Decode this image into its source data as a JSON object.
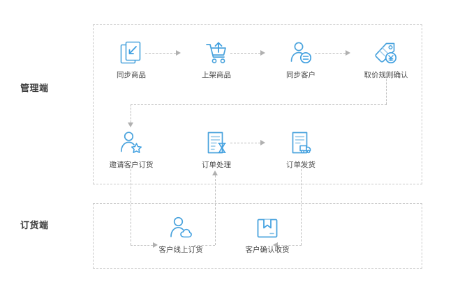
{
  "diagram": {
    "title_text_color": "#3b3b3b",
    "icon_color": "#3f9fe0",
    "connector_color": "#bdbdbd",
    "zone_border_color": "#c9c9c9",
    "sections": [
      {
        "id": "admin",
        "label": "管理端"
      },
      {
        "id": "order",
        "label": "订货端"
      }
    ],
    "nodes": {
      "sync_product": {
        "label": "同步商品",
        "icon": "documents-download-icon"
      },
      "list_product": {
        "label": "上架商品",
        "icon": "shopping-cart-upload-icon"
      },
      "sync_customer": {
        "label": "同步客户",
        "icon": "user-sync-icon"
      },
      "price_rule": {
        "label": "取价规则确认",
        "icon": "price-tag-yen-icon"
      },
      "invite_order": {
        "label": "邀请客户订货",
        "icon": "user-star-icon"
      },
      "order_process": {
        "label": "订单处理",
        "icon": "document-hourglass-icon"
      },
      "order_ship": {
        "label": "订单发货",
        "icon": "document-truck-icon"
      },
      "online_order": {
        "label": "客户线上订货",
        "icon": "user-cloud-icon"
      },
      "confirm_recv": {
        "label": "客户确认收货",
        "icon": "package-box-icon"
      }
    }
  }
}
